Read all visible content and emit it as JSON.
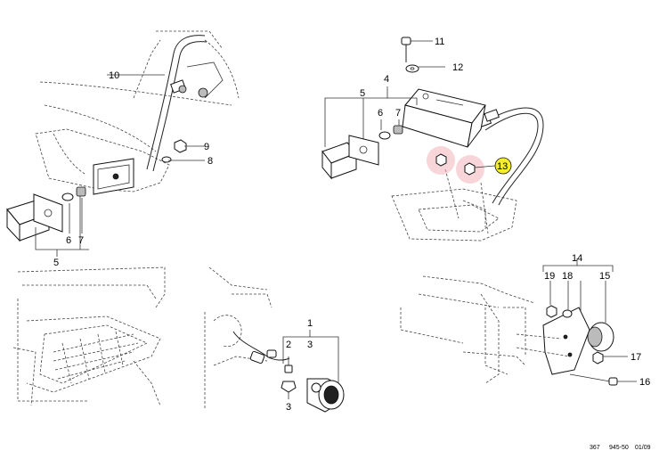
{
  "diagram": {
    "callouts": [
      "1",
      "2",
      "3",
      "3",
      "4",
      "5",
      "5",
      "6",
      "6",
      "7",
      "7",
      "8",
      "9",
      "10",
      "11",
      "12",
      "13",
      "14",
      "15",
      "16",
      "17",
      "18",
      "19"
    ],
    "highlighted_part": "13",
    "highlight_color": "#f0b3b8",
    "badge_color": "#f6ee2a"
  },
  "footer": {
    "code": "367",
    "ref": "945-50",
    "date": "01/09"
  }
}
